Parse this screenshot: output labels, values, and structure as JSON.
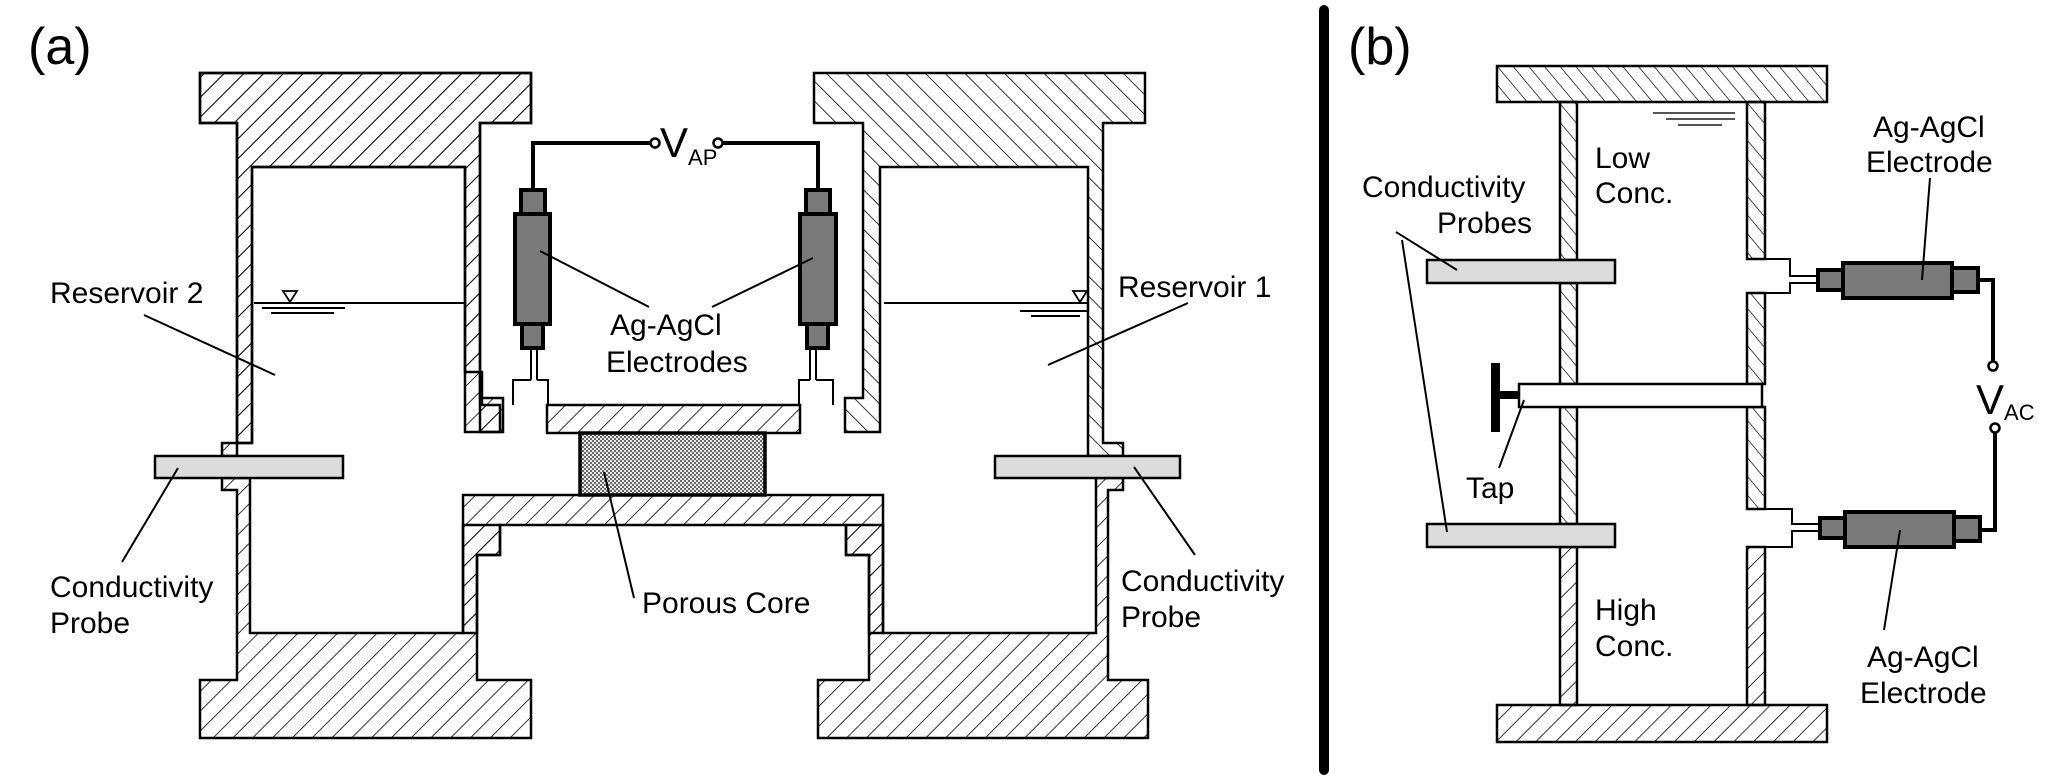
{
  "panels": {
    "a": {
      "label": "(a)",
      "voltage_label": {
        "main": "V",
        "sub": "AP"
      },
      "reservoir_left": "Reservoir 2",
      "reservoir_right": "Reservoir 1",
      "electrodes_label_line1": "Ag-AgCl",
      "electrodes_label_line2": "Electrodes",
      "probe_left_line1": "Conductivity",
      "probe_left_line2": "Probe",
      "probe_right_line1": "Conductivity",
      "probe_right_line2": "Probe",
      "core_label": "Porous Core"
    },
    "b": {
      "label": "(b)",
      "voltage_label": {
        "main": "V",
        "sub": "AC"
      },
      "probes_line1": "Conductivity",
      "probes_line2": "Probes",
      "low_line1": "Low",
      "low_line2": "Conc.",
      "high_line1": "High",
      "high_line2": "Conc.",
      "tap_label": "Tap",
      "electrode_top_line1": "Ag-AgCl",
      "electrode_top_line2": "Electrode",
      "electrode_bottom_line1": "Ag-AgCl",
      "electrode_bottom_line2": "Electrode"
    }
  },
  "colors": {
    "electrode": "#7a7a7a",
    "probe": "#dcdcdc",
    "core": "#bdbdbd"
  }
}
